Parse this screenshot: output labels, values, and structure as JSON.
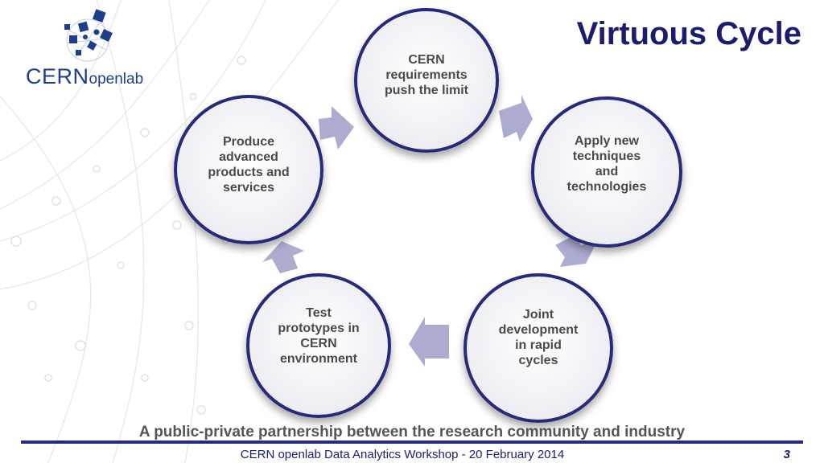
{
  "title": "Virtuous Cycle",
  "logo": {
    "cern": "CERN",
    "openlab": "openlab"
  },
  "cycle": [
    {
      "label": "CERN\nrequirements\npush the limit"
    },
    {
      "label": "Apply new\ntechniques\nand\ntechnologies"
    },
    {
      "label": "Joint\ndevelopment\nin rapid\ncycles"
    },
    {
      "label": "Test\nprototypes in\nCERN\nenvironment"
    },
    {
      "label": "Produce\nadvanced\nproducts and\nservices"
    }
  ],
  "subtitle": "A public-private partnership between the research community and industry",
  "footer": "CERN openlab Data Analytics Workshop - 20 February 2014",
  "page_number": "3",
  "colors": {
    "circle_border": "#262a7a",
    "arrow": "#a6a8cc",
    "title": "#1c1c6e"
  }
}
